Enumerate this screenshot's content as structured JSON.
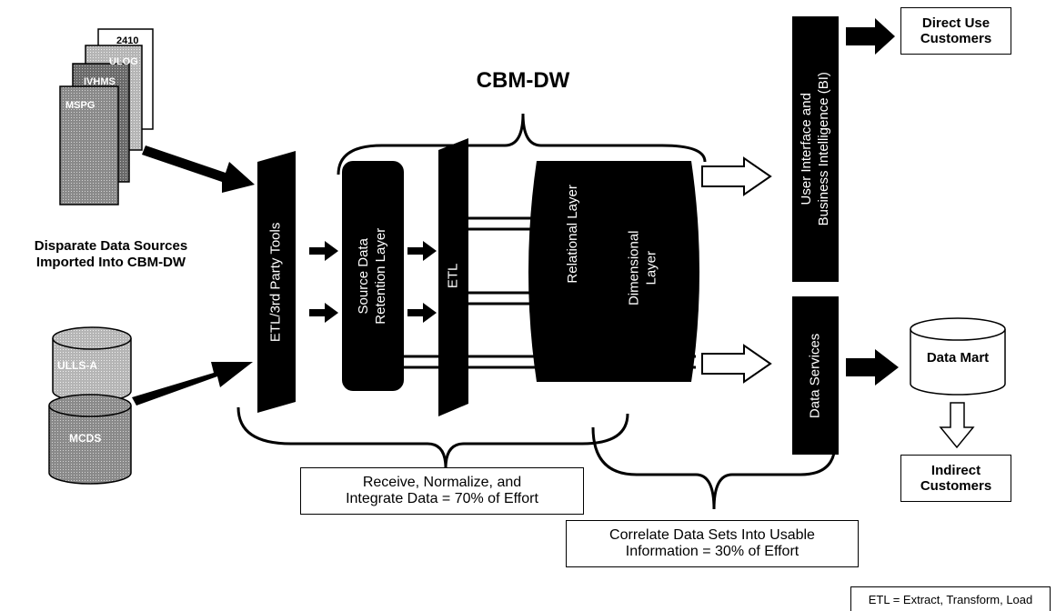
{
  "title": "CBM-DW",
  "sources": {
    "doc_labels": [
      "2410",
      "ULOG",
      "IVHMS",
      "MSPG"
    ],
    "db_labels": [
      "ULLS-A",
      "MCDS"
    ],
    "caption_line1": "Disparate Data Sources",
    "caption_line2": "Imported Into CBM-DW"
  },
  "layers": {
    "etl_3rd_party": "ETL/3rd Party Tools",
    "source_retention_line1": "Source Data",
    "source_retention_line2": "Retention Layer",
    "etl": "ETL",
    "relational": "Relational Layer",
    "dimensional_line1": "Dimensional",
    "dimensional_line2": "Layer",
    "ui_bi_line1": "User Interface and",
    "ui_bi_line2": "Business Intelligence (BI)",
    "data_services": "Data Services"
  },
  "outputs": {
    "direct_line1": "Direct Use",
    "direct_line2": "Customers",
    "data_mart": "Data Mart",
    "indirect_line1": "Indirect",
    "indirect_line2": "Customers"
  },
  "effort": {
    "receive_line1": "Receive, Normalize, and",
    "receive_line2": "Integrate Data = 70% of Effort",
    "correlate_line1": "Correlate Data Sets Into Usable",
    "correlate_line2": "Information = 30% of Effort"
  },
  "legend": "ETL = Extract, Transform, Load"
}
